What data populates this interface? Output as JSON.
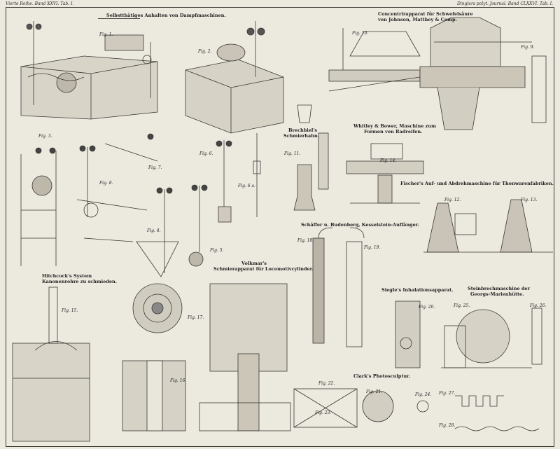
{
  "header": {
    "left": "Vierte Reihe. Band XXVI. Tab. I.",
    "right": "Dinglers polyt. Journal. Band CLXXVI. Tab. I."
  },
  "captions": {
    "c1": "Selbstthätiges Anhalten von Dampfmaschinen.",
    "c2a": "Concentrirapparat für Schwefelsäure",
    "c2b": "von Johnson, Matthey & Comp.",
    "c3a": "Brechbiel's",
    "c3b": "Schmierhahn.",
    "c4a": "Whitley & Bower, Maschine zum",
    "c4b": "Formen von Radreifen.",
    "c5": "Fischer's Auf- und Abdrehmaschine für Thonwarenfabriken.",
    "c6": "Schäffer u. Budenberg, Kesselstein-Auffänger.",
    "c7a": "Volkmar's",
    "c7b": "Schmierapparat für Locomotivcylinder.",
    "c8a": "Hitchcock's System",
    "c8b": "Kanonenrohre zu schmieden.",
    "c9": "Siegle's Inhalationsapparat.",
    "c10a": "Steinbrechmaschine der",
    "c10b": "Georgs-Marienhütte.",
    "c11": "Clark's Photosculptur."
  },
  "figs": {
    "f1": "Fig. 1.",
    "f2": "Fig. 2.",
    "f3": "Fig. 3.",
    "f4": "Fig. 4.",
    "f5": "Fig. 5.",
    "f6": "Fig. 6.",
    "f6a": "Fig. 6 a.",
    "f7": "Fig. 7.",
    "f8": "Fig. 8.",
    "f9": "Fig. 9.",
    "f10": "Fig. 10.",
    "f11": "Fig. 11.",
    "f12": "Fig. 12.",
    "f13": "Fig. 13.",
    "f14": "Fig. 14.",
    "f15": "Fig. 15.",
    "f16": "Fig. 16.",
    "f17": "Fig. 17.",
    "f18": "Fig. 18.",
    "f19": "Fig. 19.",
    "f20": "Fig. 20.",
    "f21": "Fig. 21.",
    "f22": "Fig. 22.",
    "f23": "Fig. 23.",
    "f24": "Fig. 24.",
    "f25": "Fig. 25.",
    "f26": "Fig. 26.",
    "f27": "Fig. 27.",
    "f28": "Fig. 28."
  }
}
